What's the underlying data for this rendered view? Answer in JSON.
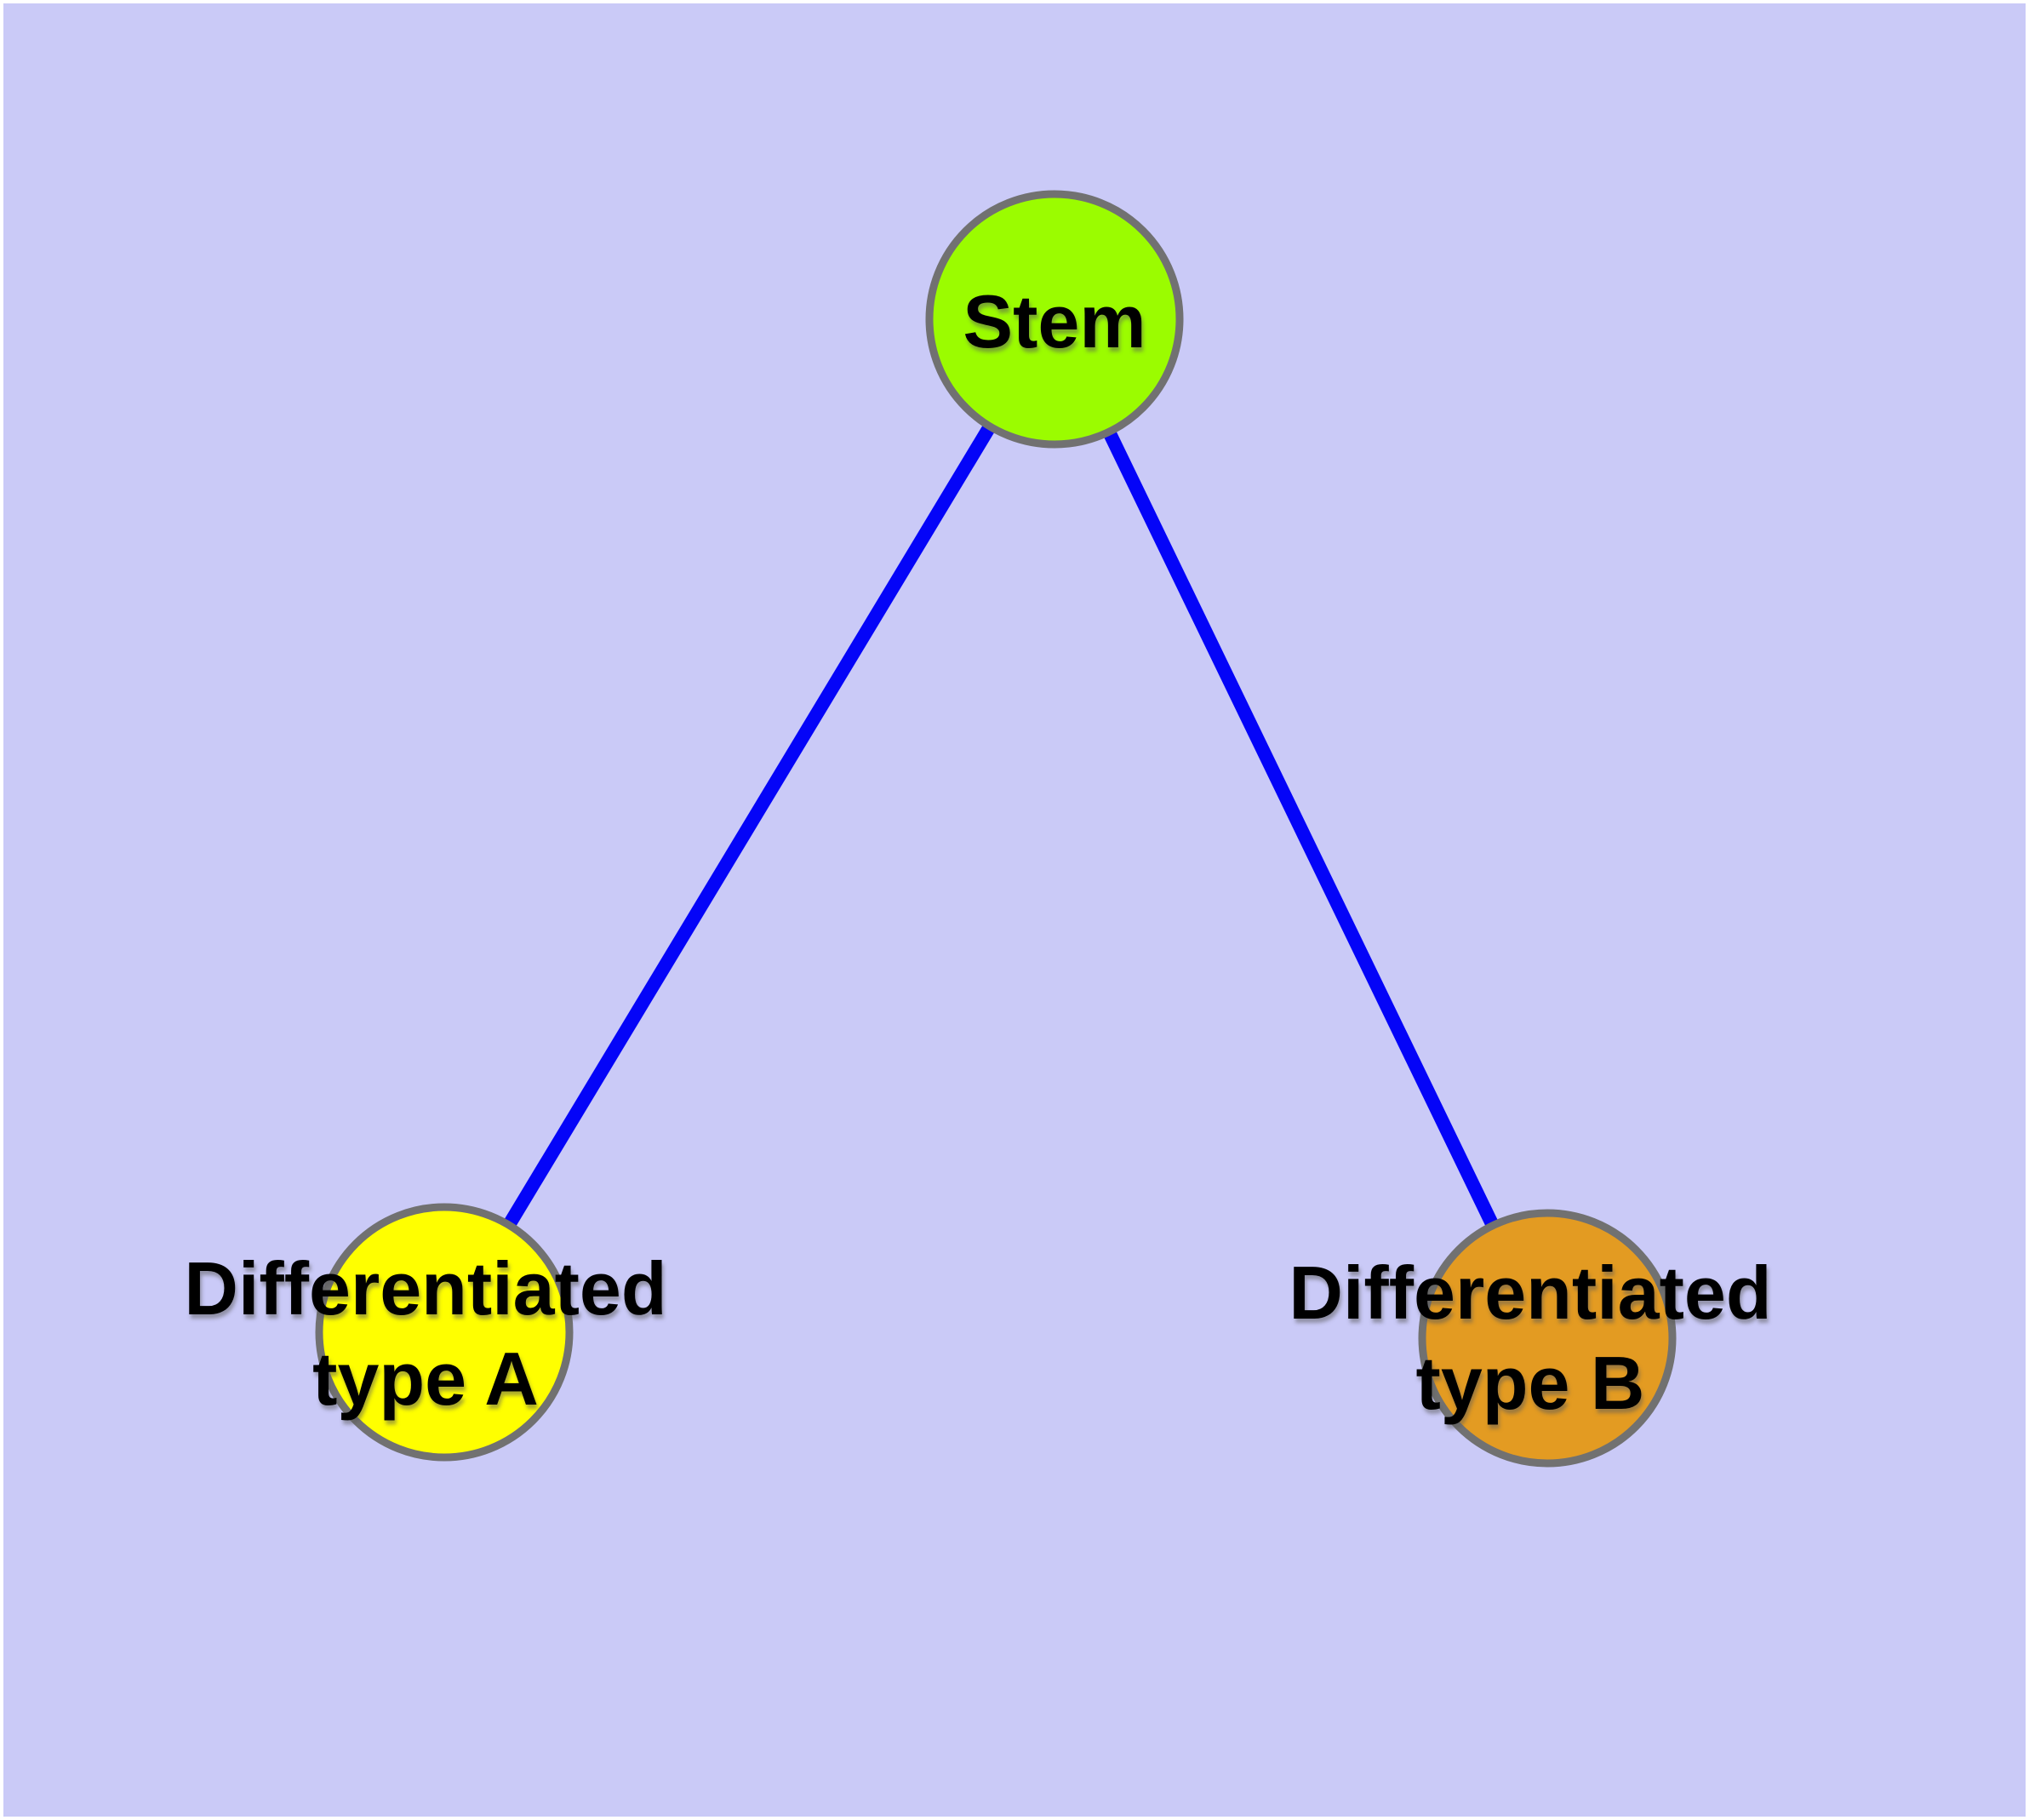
{
  "diagram": {
    "type": "node-link-graph",
    "background_color": "#CACAF7",
    "frame_color": "#FFFFFF",
    "edge_color": "#0404F8",
    "node_border_color": "#717171",
    "text_color": "#000000",
    "nodes": {
      "stem": {
        "label": "Stem",
        "fill": "#9BFC00"
      },
      "type_a": {
        "label_line1": "Differentiated",
        "label_line2": "type A",
        "fill": "#FFFF00"
      },
      "type_b": {
        "label_line1": "Differentiated",
        "label_line2": "type B",
        "fill": "#E39B22"
      }
    },
    "edges": [
      {
        "from": "Stem",
        "to": "Differentiated type A"
      },
      {
        "from": "Stem",
        "to": "Differentiated type B"
      }
    ]
  }
}
